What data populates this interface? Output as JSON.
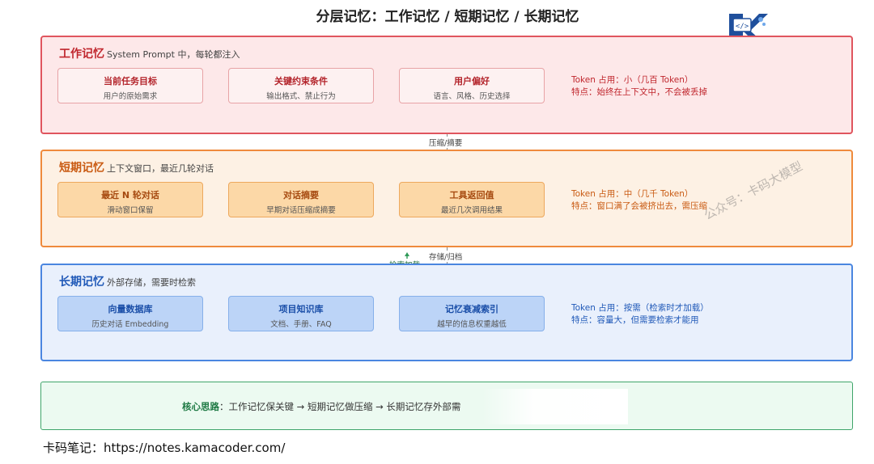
{
  "title": "分层记忆：工作记忆 / 短期记忆 / 长期记忆",
  "logo_icon": "code-k-logo-icon",
  "layers": {
    "work": {
      "name": "工作记忆",
      "desc": "System Prompt 中，每轮都注入",
      "cards": [
        {
          "title": "当前任务目标",
          "sub": "用户的原始需求"
        },
        {
          "title": "关键约束条件",
          "sub": "输出格式、禁止行为"
        },
        {
          "title": "用户偏好",
          "sub": "语言、风格、历史选择"
        }
      ],
      "token": "Token 占用：小（几百 Token）",
      "feature": "特点：始终在上下文中，不会被丢掉"
    },
    "short": {
      "name": "短期记忆",
      "desc": "上下文窗口，最近几轮对话",
      "cards": [
        {
          "title": "最近 N 轮对话",
          "sub": "滑动窗口保留"
        },
        {
          "title": "对话摘要",
          "sub": "早期对话压缩成摘要"
        },
        {
          "title": "工具返回值",
          "sub": "最近几次调用结果"
        }
      ],
      "token": "Token 占用：中（几千 Token）",
      "feature": "特点：窗口满了会被挤出去，需压缩"
    },
    "long": {
      "name": "长期记忆",
      "desc": "外部存储，需要时检索",
      "cards": [
        {
          "title": "向量数据库",
          "sub": "历史对话 Embedding"
        },
        {
          "title": "项目知识库",
          "sub": "文档、手册、FAQ"
        },
        {
          "title": "记忆衰减索引",
          "sub": "越早的信息权重越低"
        }
      ],
      "token": "Token 占用：按需（检索时才加载）",
      "feature": "特点：容量大，但需要检索才能用"
    }
  },
  "connectors": {
    "compress": "压缩/摘要",
    "archive": "存储/归档",
    "retrieve": "检索加载"
  },
  "core": {
    "label": "核心思路",
    "text": "：工作记忆保关键 → 短期记忆做压缩 → 长期记忆存外部需"
  },
  "watermark": "公众号：卡码大模型",
  "footer": "卡码笔记：https://notes.kamacoder.com/",
  "colors": {
    "work": "#e0555e",
    "short": "#ef8a3c",
    "long": "#4a86e0",
    "core": "#3fa56a"
  }
}
